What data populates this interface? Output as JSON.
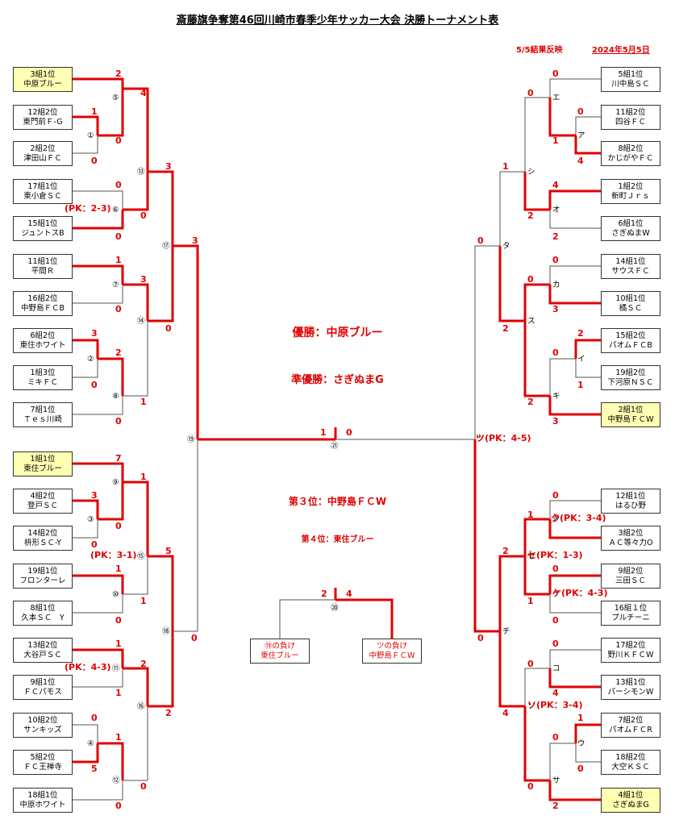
{
  "title": "斎藤旗争奪第46回川崎市春季少年サッカー大会 決勝トーナメント表",
  "notes": {
    "update": "5/5結果反映",
    "date": "2024年5月5日"
  },
  "results": {
    "champion": "優勝：中原ブルー",
    "runner_up": "準優勝：さぎぬまG",
    "third": "第３位：中野島ＦＣW",
    "fourth": "第４位：東住ブルー"
  },
  "colors": {
    "win": "#e00000",
    "line": "#555555",
    "highlight": "#ffffb3"
  },
  "left_teams": [
    {
      "rank": "3組1位",
      "name": "中原ブルー"
    },
    {
      "rank": "12組2位",
      "name": "東門前Ｆ-G"
    },
    {
      "rank": "2組2位",
      "name": "津田山ＦＣ"
    },
    {
      "rank": "17組1位",
      "name": "東小倉ＳＣ"
    },
    {
      "rank": "15組1位",
      "name": "ジュントスB"
    },
    {
      "rank": "11組1位",
      "name": "平間Ｒ"
    },
    {
      "rank": "16組2位",
      "name": "中野島ＦＣB"
    },
    {
      "rank": "6組2位",
      "name": "東住ホワイト"
    },
    {
      "rank": "1組3位",
      "name": "ミキＦＣ"
    },
    {
      "rank": "7組1位",
      "name": "Ｔｅｓ川崎"
    },
    {
      "rank": "1組1位",
      "name": "東住ブルー"
    },
    {
      "rank": "4組2位",
      "name": "登戸ＳＣ"
    },
    {
      "rank": "14組2位",
      "name": "枡形ＳＣ-Y"
    },
    {
      "rank": "19組1位",
      "name": "フロンターレ"
    },
    {
      "rank": "8組1位",
      "name": "久本ＳＣ　Y"
    },
    {
      "rank": "13組2位",
      "name": "大谷戸ＳＣ"
    },
    {
      "rank": "9組1位",
      "name": "ＦＣパモス"
    },
    {
      "rank": "10組2位",
      "name": "サンキッズ"
    },
    {
      "rank": "5組2位",
      "name": "ＦＣ王禅寺"
    },
    {
      "rank": "18組1位",
      "name": "中原ホワイト"
    }
  ],
  "right_teams": [
    {
      "rank": "5組1位",
      "name": "川中島ＳＣ"
    },
    {
      "rank": "11組2位",
      "name": "四谷ＦＣ"
    },
    {
      "rank": "8組2位",
      "name": "かじがやＦＣ"
    },
    {
      "rank": "1組2位",
      "name": "新町Ｊｒｓ"
    },
    {
      "rank": "6組1位",
      "name": "さぎぬまW"
    },
    {
      "rank": "14組1位",
      "name": "サウスＦＣ"
    },
    {
      "rank": "10組1位",
      "name": "橘ＳＣ"
    },
    {
      "rank": "15組2位",
      "name": "パオムＦＣB"
    },
    {
      "rank": "19組2位",
      "name": "下河原ＮＳＣ"
    },
    {
      "rank": "2組1位",
      "name": "中野島ＦＣW"
    },
    {
      "rank": "12組1位",
      "name": "はるひ野"
    },
    {
      "rank": "3組2位",
      "name": "ＡＣ等々力O"
    },
    {
      "rank": "9組2位",
      "name": "三田ＳＣ"
    },
    {
      "rank": "16組１位",
      "name": "プルチーニ"
    },
    {
      "rank": "17組2位",
      "name": "野川ＫＦＣW"
    },
    {
      "rank": "13組1位",
      "name": "パーシモンW"
    },
    {
      "rank": "7組2位",
      "name": "パオムＦＣR"
    },
    {
      "rank": "18組2位",
      "name": "大空ＫＳＣ"
    },
    {
      "rank": "4組1位",
      "name": "さぎぬまG"
    }
  ],
  "third_place": [
    {
      "label": "⑲の負け",
      "name": "東住ブルー"
    },
    {
      "label": "ツの負け",
      "name": "中野島ＦＣW"
    }
  ],
  "match_labels_left": [
    "①",
    "②",
    "③",
    "④",
    "⑤",
    "⑥",
    "⑦",
    "⑧",
    "⑨",
    "⑩",
    "⑪",
    "⑫",
    "⑬",
    "⑭",
    "⑮",
    "⑯",
    "⑰",
    "⑱",
    "⑲",
    "⑳",
    "㉑"
  ],
  "match_labels_right": [
    "ア",
    "イ",
    "ウ",
    "エ",
    "オ",
    "カ",
    "キ",
    "ク",
    "ケ",
    "コ",
    "サ",
    "シ",
    "ス",
    "セ",
    "ソ",
    "タ",
    "チ",
    "ツ"
  ],
  "scores_left": [
    "2",
    "1",
    "0",
    "4",
    "0",
    "0",
    "0",
    "3",
    "1",
    "3",
    "0",
    "3",
    "0",
    "2",
    "0",
    "1",
    "0",
    "3",
    "0",
    "2",
    "1",
    "7",
    "3",
    "0",
    "1",
    "1",
    "0",
    "1",
    "5",
    "1",
    "0",
    "1",
    "1",
    "2",
    "2",
    "0",
    "0",
    "1",
    "5",
    "1",
    "0",
    "3",
    "0",
    "1",
    "0",
    "2",
    "4"
  ],
  "scores_right": [
    "0",
    "0",
    "1",
    "0",
    "4",
    "4",
    "1",
    "2",
    "2",
    "0",
    "0",
    "3",
    "0",
    "2",
    "2",
    "1",
    "3",
    "2",
    "0",
    "0",
    "0",
    "1",
    "3",
    "1",
    "0",
    "1",
    "0",
    "2",
    "0",
    "4",
    "0",
    "0",
    "4",
    "0",
    "1",
    "0",
    "0",
    "0",
    "2",
    "0"
  ],
  "pk_texts": [
    "(PK：2-3)",
    "(PK：3-1)",
    "(PK：4-3)",
    "ツ(PK：4-5)",
    "ク(PK：3-4)",
    "セ(PK：1-3)",
    "ケ(PK：4-3)",
    "ソ(PK：3-4)"
  ]
}
